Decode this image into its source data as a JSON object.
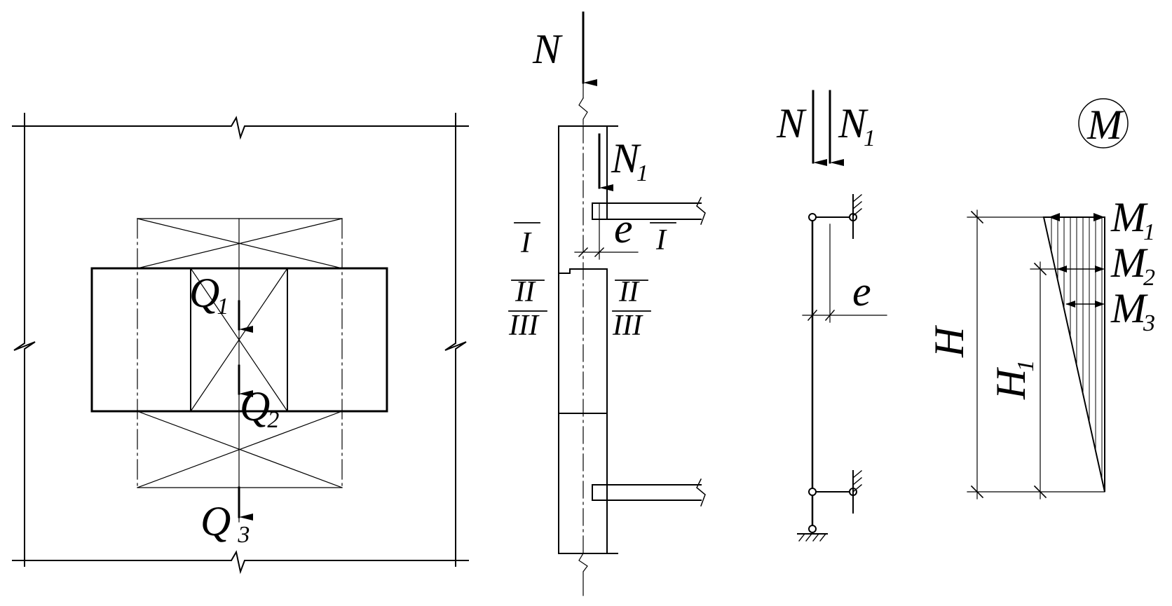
{
  "plan": {
    "loads": [
      "Q1",
      "Q2",
      "Q3"
    ],
    "labels": {
      "q1": "Q",
      "q1_sub": "1",
      "q2": "Q",
      "q2_sub": "2",
      "q3": "Q",
      "q3_sub": "3"
    }
  },
  "section": {
    "load_n": "N",
    "load_n1": "N",
    "load_n1_sub": "1",
    "ecc": "e",
    "sec1_left": "I",
    "sec1_right": "I",
    "sec2_left": "II",
    "sec2_right": "II",
    "sec3_left": "III",
    "sec3_right": "III"
  },
  "model": {
    "load_n": "N",
    "load_n1": "N",
    "load_n1_sub": "1",
    "ecc": "e"
  },
  "moment": {
    "circle_label": "M",
    "m1": "M",
    "m1_sub": "1",
    "m2": "M",
    "m2_sub": "2",
    "m3": "M",
    "m3_sub": "3",
    "h": "H",
    "h1": "H",
    "h1_sub": "1"
  }
}
